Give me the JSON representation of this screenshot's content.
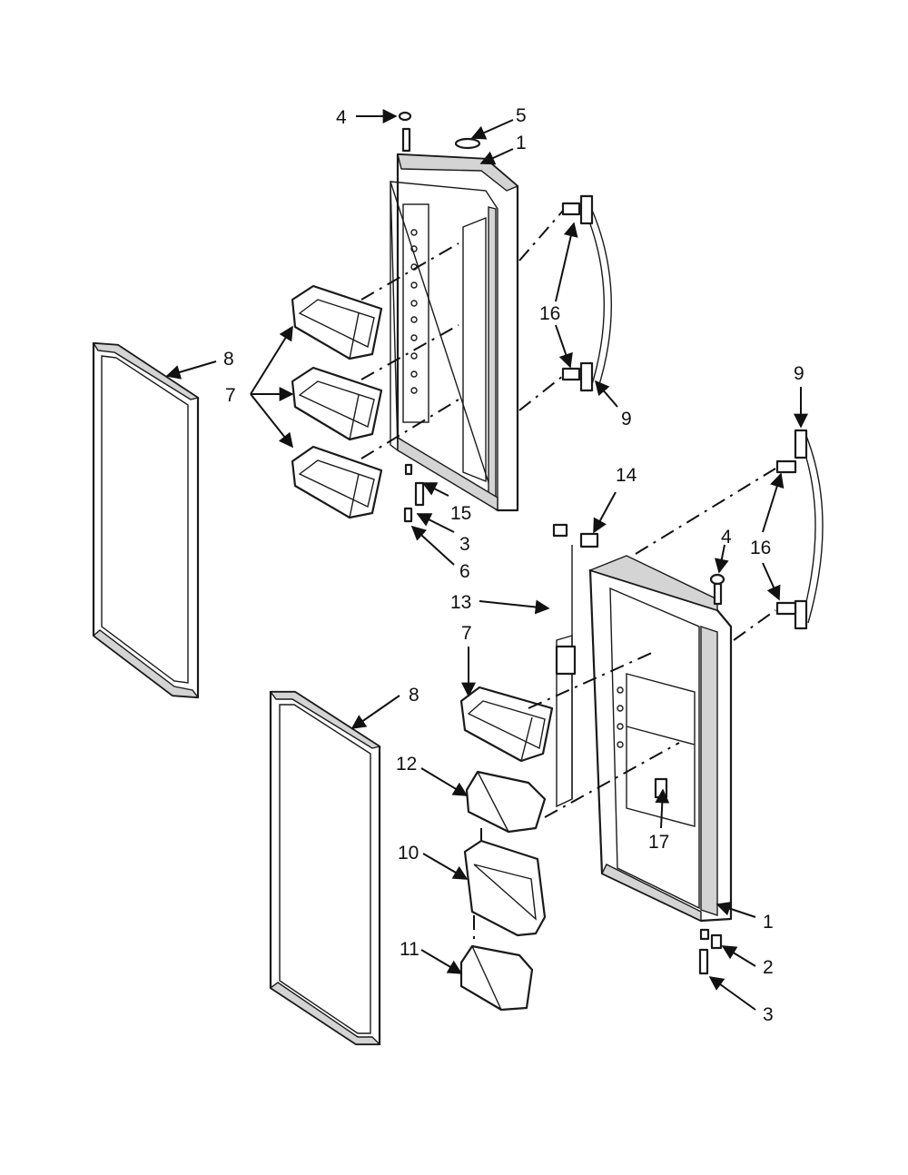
{
  "diagram": {
    "callouts": [
      {
        "id": "c-4-top",
        "label": "4"
      },
      {
        "id": "c-5",
        "label": "5"
      },
      {
        "id": "c-1-top",
        "label": "1"
      },
      {
        "id": "c-16-top",
        "label": "16"
      },
      {
        "id": "c-9-top",
        "label": "9"
      },
      {
        "id": "c-8-top",
        "label": "8"
      },
      {
        "id": "c-7-top",
        "label": "7"
      },
      {
        "id": "c-15",
        "label": "15"
      },
      {
        "id": "c-3-top",
        "label": "3"
      },
      {
        "id": "c-6",
        "label": "6"
      },
      {
        "id": "c-9-right",
        "label": "9"
      },
      {
        "id": "c-14",
        "label": "14"
      },
      {
        "id": "c-4-right",
        "label": "4"
      },
      {
        "id": "c-16-right",
        "label": "16"
      },
      {
        "id": "c-13",
        "label": "13"
      },
      {
        "id": "c-7-bottom",
        "label": "7"
      },
      {
        "id": "c-8-bottom",
        "label": "8"
      },
      {
        "id": "c-12",
        "label": "12"
      },
      {
        "id": "c-17",
        "label": "17"
      },
      {
        "id": "c-10",
        "label": "10"
      },
      {
        "id": "c-1-bottom",
        "label": "1"
      },
      {
        "id": "c-2",
        "label": "2"
      },
      {
        "id": "c-11",
        "label": "11"
      },
      {
        "id": "c-3-bottom",
        "label": "3"
      }
    ]
  }
}
